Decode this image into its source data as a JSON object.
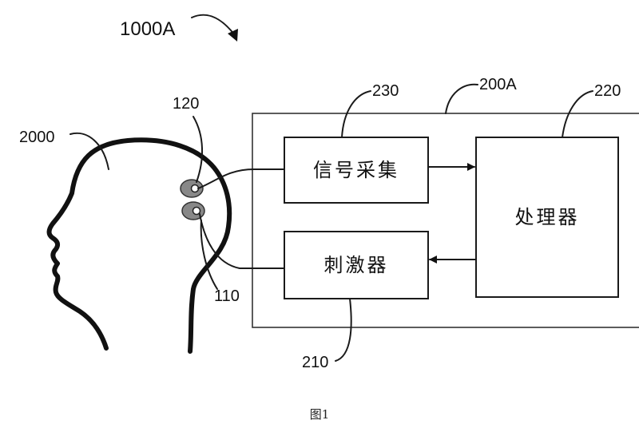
{
  "labels": {
    "system": "1000A",
    "head": "2000",
    "electrode_top": "120",
    "electrode_bottom": "110",
    "device": "200A",
    "acquisition": "230",
    "processor": "220",
    "stimulator": "210"
  },
  "blocks": {
    "acquisition": "信号采集",
    "processor": "处理器",
    "stimulator": "刺激器"
  },
  "caption": "图1"
}
